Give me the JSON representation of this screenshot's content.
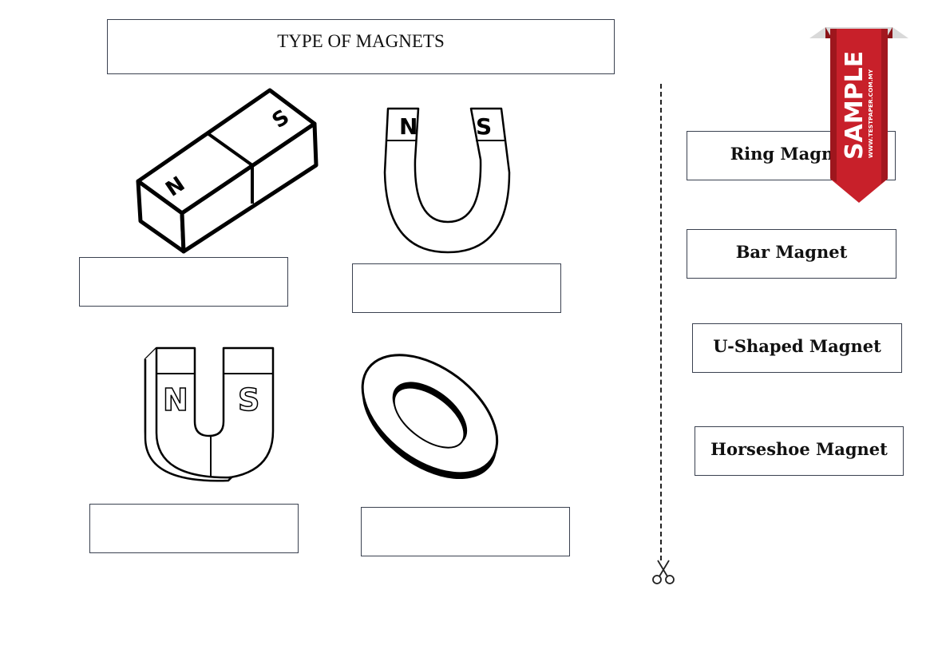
{
  "worksheet": {
    "title": "TYPE OF MAGNETS"
  },
  "labels": [
    {
      "text": "Ring Magnet"
    },
    {
      "text": "Bar Magnet"
    },
    {
      "text": "U-Shaped Magnet"
    },
    {
      "text": "Horseshoe Magnet"
    }
  ],
  "pole_marks": {
    "north": "N",
    "south": "S"
  },
  "watermark": {
    "text": "SAMPLE",
    "site": "WWW.TESTPAPER.COM.MY",
    "color": "#c8202a"
  },
  "icons": {
    "cut": "scissors-icon"
  }
}
